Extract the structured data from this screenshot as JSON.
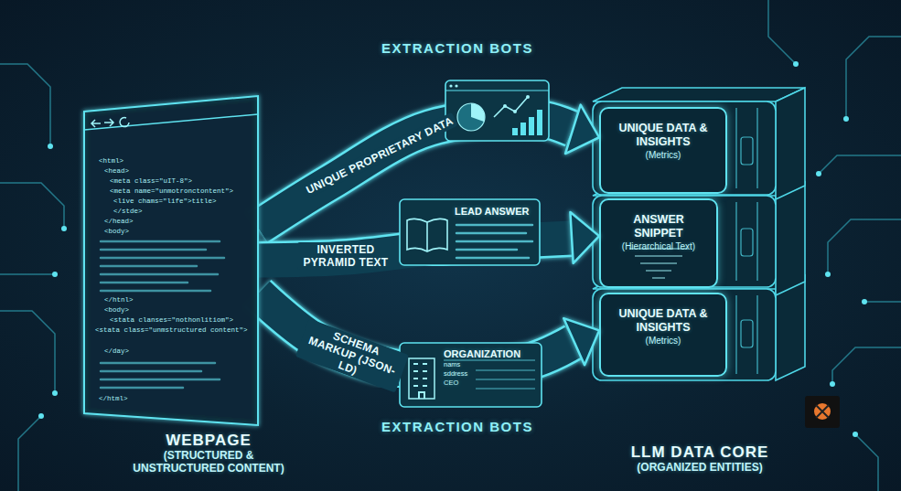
{
  "diagram": {
    "nodes": [
      {
        "text": [
          "WEBPAGE",
          "(STRUCTURED & UNSTRUCTURED CONTENT)"
        ]
      },
      {
        "text": [
          "LEAD ANSWER"
        ]
      },
      {
        "text": [
          "ORGANIZATION",
          "nams",
          "sddress",
          "CEO"
        ]
      },
      {
        "text": [
          "LLM DATA CORE",
          "(ORGANIZED ENTITIES)"
        ]
      },
      {
        "text": [
          "UNIQUE DATA & INSIGHTS",
          "(Metrics)"
        ],
        "in": 3
      },
      {
        "text": [
          "ANSWER SNIPPET",
          "(Hierarchical Text)"
        ],
        "in": 3
      },
      {
        "text": [
          "UNIQUE DATA & INSIGHTS",
          "(Metrics)"
        ],
        "in": 3
      }
    ],
    "edges": [
      {
        "from": 0,
        "to": 4,
        "label": "UNIQUE PROPRIETARY DATA",
        "arrow": "to"
      },
      {
        "from": 0,
        "to": 5,
        "label": "INVERTED PYRAMID TEXT",
        "arrow": "to"
      },
      {
        "from": 0,
        "to": 6,
        "label": "SCHEMA MARKUP (JSON-LD)",
        "arrow": "to"
      }
    ],
    "labels": [
      "EXTRACTION BOTS",
      "EXTRACTION BOTS",
      "<html>",
      "<head>",
      "<meta class=\"uIT-8\">",
      "<meta name=\"unmotronctontent\">",
      "<live chams=\"life\">title>",
      "</stde>",
      "</head>",
      "<body>",
      "</htnl>",
      "<body>",
      "<stata clanses=\"nothonlitiom\">",
      "<stata class=\"unmstructured content\">",
      "</day>",
      "</html>"
    ]
  }
}
